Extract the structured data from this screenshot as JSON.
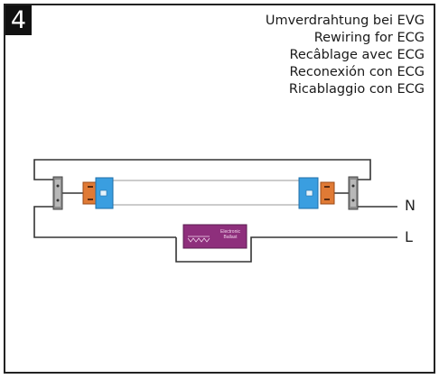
{
  "step_number": "4",
  "titles": [
    "Umverdrahtung bei EVG",
    "Rewiring for ECG",
    "Recâblage avec ECG",
    "Reconexión con ECG",
    "Ricablaggio con ECG"
  ],
  "terminals": {
    "neutral": "N",
    "live": "L"
  },
  "ballast": {
    "line1": "Electronic",
    "line2": "Ballast"
  },
  "colors": {
    "tube_end": "#3a9ee0",
    "starter_dummy": "#e07a35",
    "ballast": "#8e2f7c",
    "wire": "#333333"
  }
}
